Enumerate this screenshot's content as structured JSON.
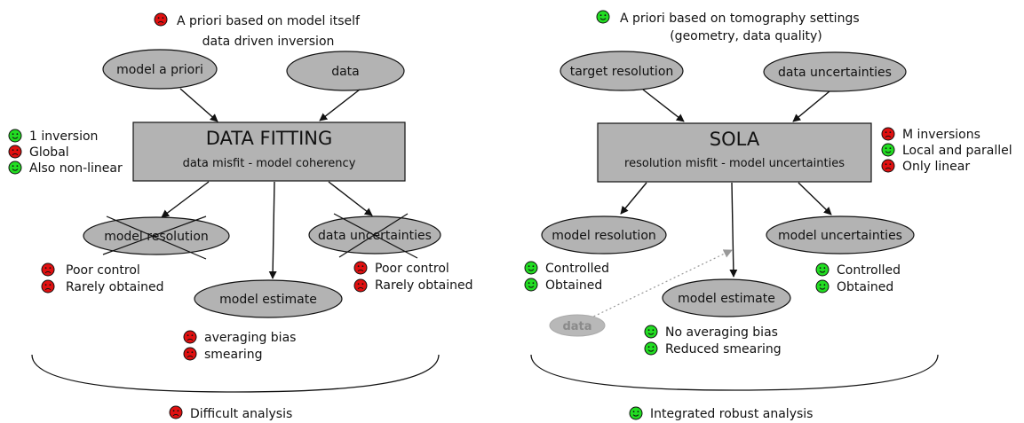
{
  "colors": {
    "bad_face": "#e01010",
    "good_face": "#22dd22",
    "node_fill": "#b3b3b3",
    "box_fill": "#b3b3b3"
  },
  "left": {
    "header": {
      "line1": "A priori based on model itself",
      "line2": "data driven inversion",
      "face": "bad"
    },
    "inputs": [
      "model a priori",
      "data"
    ],
    "box": {
      "title": "DATA FITTING",
      "subtitle": "data misfit - model coherency"
    },
    "side_props": [
      {
        "text": "1 inversion",
        "face": "good"
      },
      {
        "text": "Global",
        "face": "bad"
      },
      {
        "text": "Also non-linear",
        "face": "good"
      }
    ],
    "outputs": {
      "resolution": "model resolution",
      "uncertainties": "data uncertainties",
      "estimate": "model estimate"
    },
    "resolution_notes": [
      {
        "text": "Poor control",
        "face": "bad"
      },
      {
        "text": "Rarely obtained",
        "face": "bad"
      }
    ],
    "uncertainty_notes": [
      {
        "text": "Poor control",
        "face": "bad"
      },
      {
        "text": "Rarely obtained",
        "face": "bad"
      }
    ],
    "estimate_notes": [
      {
        "text": "averaging bias",
        "face": "bad"
      },
      {
        "text": "smearing",
        "face": "bad"
      }
    ],
    "conclusion": {
      "text": "Difficult analysis",
      "face": "bad"
    }
  },
  "right": {
    "header": {
      "line1": "A priori based on tomography settings",
      "line2": "(geometry, data quality)",
      "face": "good"
    },
    "inputs": [
      "target resolution",
      "data uncertainties"
    ],
    "box": {
      "title": "SOLA",
      "subtitle": "resolution misfit - model uncertainties"
    },
    "side_props": [
      {
        "text": "M inversions",
        "face": "bad"
      },
      {
        "text": "Local and parallel",
        "face": "good"
      },
      {
        "text": "Only linear",
        "face": "bad"
      }
    ],
    "outputs": {
      "resolution": "model resolution",
      "uncertainties": "model uncertainties",
      "estimate": "model estimate"
    },
    "resolution_notes": [
      {
        "text": "Controlled",
        "face": "good"
      },
      {
        "text": "Obtained",
        "face": "good"
      }
    ],
    "uncertainty_notes": [
      {
        "text": "Controlled",
        "face": "good"
      },
      {
        "text": "Obtained",
        "face": "good"
      }
    ],
    "estimate_notes": [
      {
        "text": "No averaging bias",
        "face": "good"
      },
      {
        "text": "Reduced smearing",
        "face": "good"
      }
    ],
    "data_bubble": "data",
    "conclusion": {
      "text": "Integrated robust analysis",
      "face": "good"
    }
  }
}
